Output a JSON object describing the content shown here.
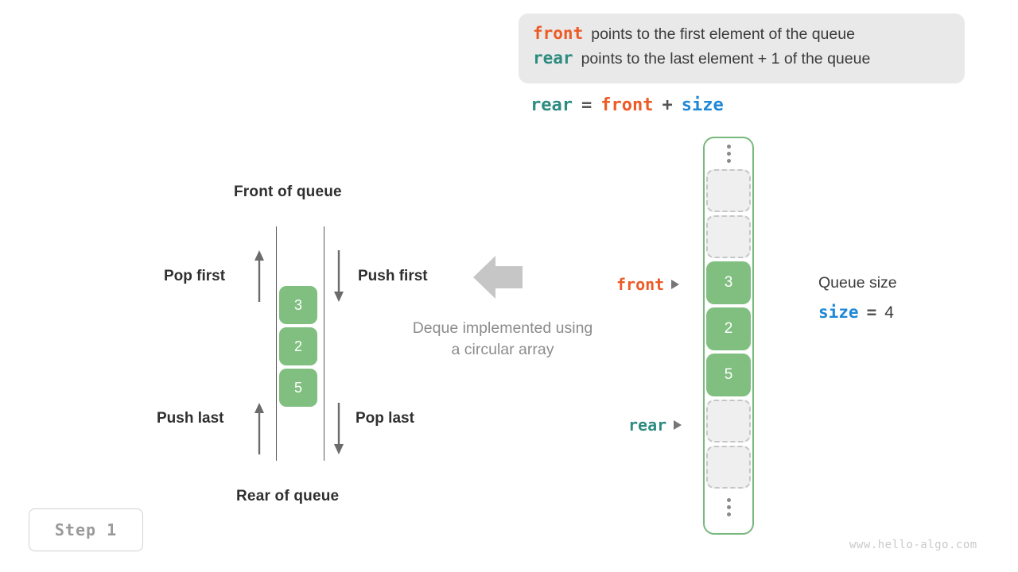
{
  "header": {
    "lines": [
      {
        "keyword": "front",
        "keyword_color": "#ec5b26",
        "text": "points to the first element of the queue"
      },
      {
        "keyword": "rear",
        "keyword_color": "#2e8b7f",
        "text": "points to the last element + 1 of the queue"
      }
    ]
  },
  "formula": {
    "lhs": "rear",
    "eq": "=",
    "rhs1": "front",
    "plus": "+",
    "rhs2": "size"
  },
  "deque": {
    "front_label": "Front of queue",
    "rear_label": "Rear of queue",
    "ops": {
      "pop_first": "Pop first",
      "push_first": "Push first",
      "push_last": "Push last",
      "pop_last": "Pop last"
    },
    "cells": [
      "3",
      "2",
      "5"
    ],
    "note_line1": "Deque implemented using",
    "note_line2": "a circular array"
  },
  "pointers": {
    "front": "front",
    "rear": "rear"
  },
  "array": {
    "slots": [
      {
        "kind": "ellipsis",
        "value": ""
      },
      {
        "kind": "empty",
        "value": ""
      },
      {
        "kind": "empty",
        "value": ""
      },
      {
        "kind": "filled",
        "value": "3"
      },
      {
        "kind": "filled",
        "value": "2"
      },
      {
        "kind": "filled",
        "value": "5"
      },
      {
        "kind": "empty",
        "value": ""
      },
      {
        "kind": "empty",
        "value": ""
      },
      {
        "kind": "ellipsis",
        "value": ""
      }
    ]
  },
  "size_info": {
    "caption": "Queue size",
    "keyword": "size",
    "eq": "=",
    "value": "4"
  },
  "step_badge": "Step 1",
  "watermark": "www.hello-algo.com",
  "colors": {
    "front": "#ec5b26",
    "rear": "#2e8b7f",
    "size": "#1f88d6",
    "cell_fill": "#80bf80",
    "container_border": "#79b87c",
    "note_text": "#8c8c8c",
    "info_box_bg": "#e9e9e9"
  }
}
